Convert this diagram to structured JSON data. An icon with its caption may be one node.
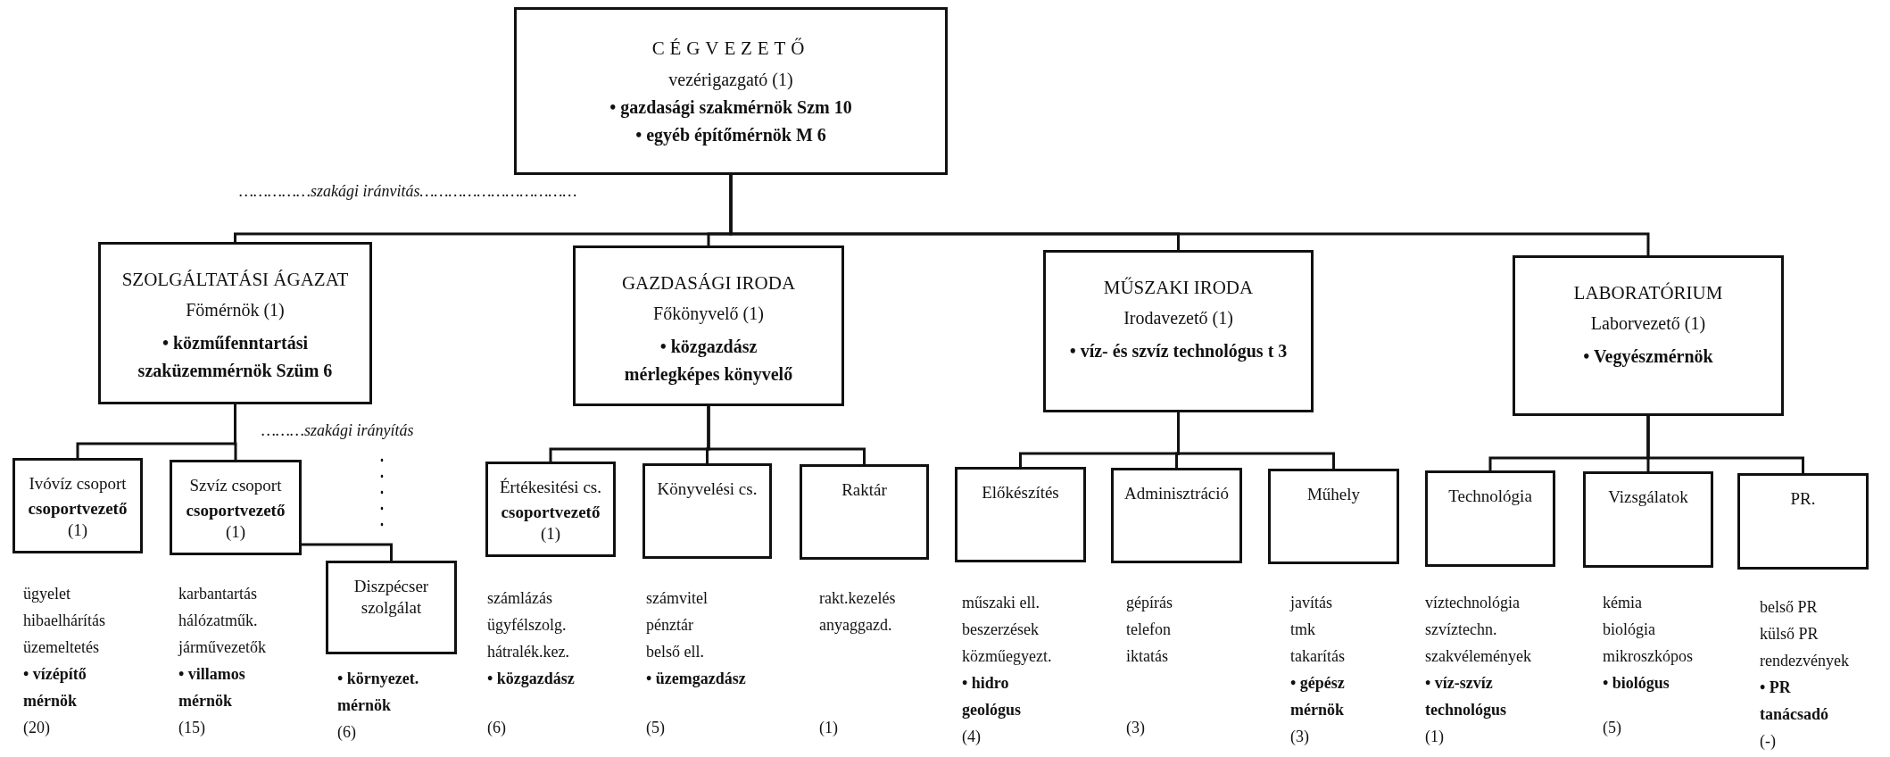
{
  "diagram": {
    "nodes": [
      {
        "text": [
          "CÉGVEZETŐ",
          "vezérigazgató (1)",
          "• gazdasági szakmérnök Szm 10",
          "• egyéb építőmérnök M 6"
        ]
      },
      {
        "text": [
          "SZOLGÁLTATÁSI ÁGAZAT",
          "Fömérnök (1)",
          "• közműfenntartási szaküzemmérnök Szüm 6"
        ]
      },
      {
        "text": [
          "GAZDASÁGI IRODA",
          "Főkönyvelő (1)",
          "• közgazdász mérlegképes könyvelő"
        ]
      },
      {
        "text": [
          "MŰSZAKI IRODA",
          "Irodavezető (1)",
          "• víz- és szvíz technológus t 3"
        ]
      },
      {
        "text": [
          "LABORATÓRIUM",
          "Laborvezető (1)",
          "• Vegyészmérnök"
        ]
      },
      {
        "text": [
          "Ivóvíz csoport",
          "**csoportvezető** (1)"
        ],
        "beside": [
          "ügyelet",
          "hibaelhárítás",
          "üzemeltetés",
          "• vízépítő mérnök",
          "(20)"
        ]
      },
      {
        "text": [
          "Szvíz csoport",
          "**csoportvezető** (1)"
        ],
        "beside": [
          "karbantartás",
          "hálózatműk.",
          "járművezetők",
          "• villamos mérnök",
          "(15)"
        ]
      },
      {
        "text": [
          "Diszpécser szolgálat"
        ],
        "beside": [
          "• környezet. mérnök",
          "(6)"
        ]
      },
      {
        "text": [
          "Értékesitési cs.",
          "**csoportvezető** (1)"
        ],
        "beside": [
          "számlázás",
          "ügyfélszolg.",
          "hátralék.kez.",
          "• közgazdász",
          "(6)"
        ]
      },
      {
        "text": [
          "Könyvelési cs."
        ],
        "beside": [
          "számvitel",
          "pénztár",
          "belső ell.",
          "• üzemgazdász",
          "(5)"
        ]
      },
      {
        "text": [
          "Raktár"
        ],
        "beside": [
          "rakt.kezelés",
          "anyaggazd."
        ]
      },
      {
        "text": [
          "Előkészítés"
        ],
        "beside": [
          "műszaki ell.",
          "beszerzések",
          "közműegyezt.",
          "• hidro geológus",
          "(4)"
        ]
      },
      {
        "text": [
          "Adminisztráció"
        ],
        "beside": [
          "gépírás",
          "telefon",
          "iktatás",
          "(3)"
        ]
      },
      {
        "text": [
          "Műhely"
        ],
        "beside": [
          "javítás",
          "tmk",
          "takarítás",
          "• gépész mérnök",
          "(3)"
        ]
      },
      {
        "text": [
          "Technológia"
        ],
        "beside": [
          "víztechnológia",
          "szvíztechn.",
          "szakvélemények",
          "• víz-szvíz technológus",
          "(1)"
        ]
      },
      {
        "text": [
          "Vizsgálatok"
        ],
        "beside": [
          "kémia",
          "biológia",
          "mikroszkópos",
          "• biológus",
          "(5)"
        ]
      },
      {
        "text": [
          "PR."
        ],
        "beside": [
          "belső PR",
          "külső PR",
          "rendezvények",
          "• PR tanácsadó",
          "(-)"
        ]
      }
    ],
    "edges": [
      {
        "from": 0,
        "to": 1,
        "arrow": "none"
      },
      {
        "from": 0,
        "to": 2,
        "arrow": "none"
      },
      {
        "from": 0,
        "to": 3,
        "arrow": "none"
      },
      {
        "from": 0,
        "to": 4,
        "arrow": "none"
      },
      {
        "from": 1,
        "to": 5,
        "arrow": "none"
      },
      {
        "from": 1,
        "to": 6,
        "arrow": "none"
      },
      {
        "from": 6,
        "to": 7,
        "arrow": "none"
      },
      {
        "from": 2,
        "to": 8,
        "arrow": "none"
      },
      {
        "from": 2,
        "to": 9,
        "arrow": "none"
      },
      {
        "from": 2,
        "to": 10,
        "arrow": "none"
      },
      {
        "from": 3,
        "to": 11,
        "arrow": "none"
      },
      {
        "from": 3,
        "to": 12,
        "arrow": "none"
      },
      {
        "from": 3,
        "to": 13,
        "arrow": "none"
      },
      {
        "from": 4,
        "to": 14,
        "arrow": "none"
      },
      {
        "from": 4,
        "to": 15,
        "arrow": "none"
      },
      {
        "from": 4,
        "to": 16,
        "arrow": "none"
      }
    ],
    "labels": [
      "……………szakági iránvitás……………………………",
      "………szakági irányítás",
      "(1)"
    ]
  }
}
